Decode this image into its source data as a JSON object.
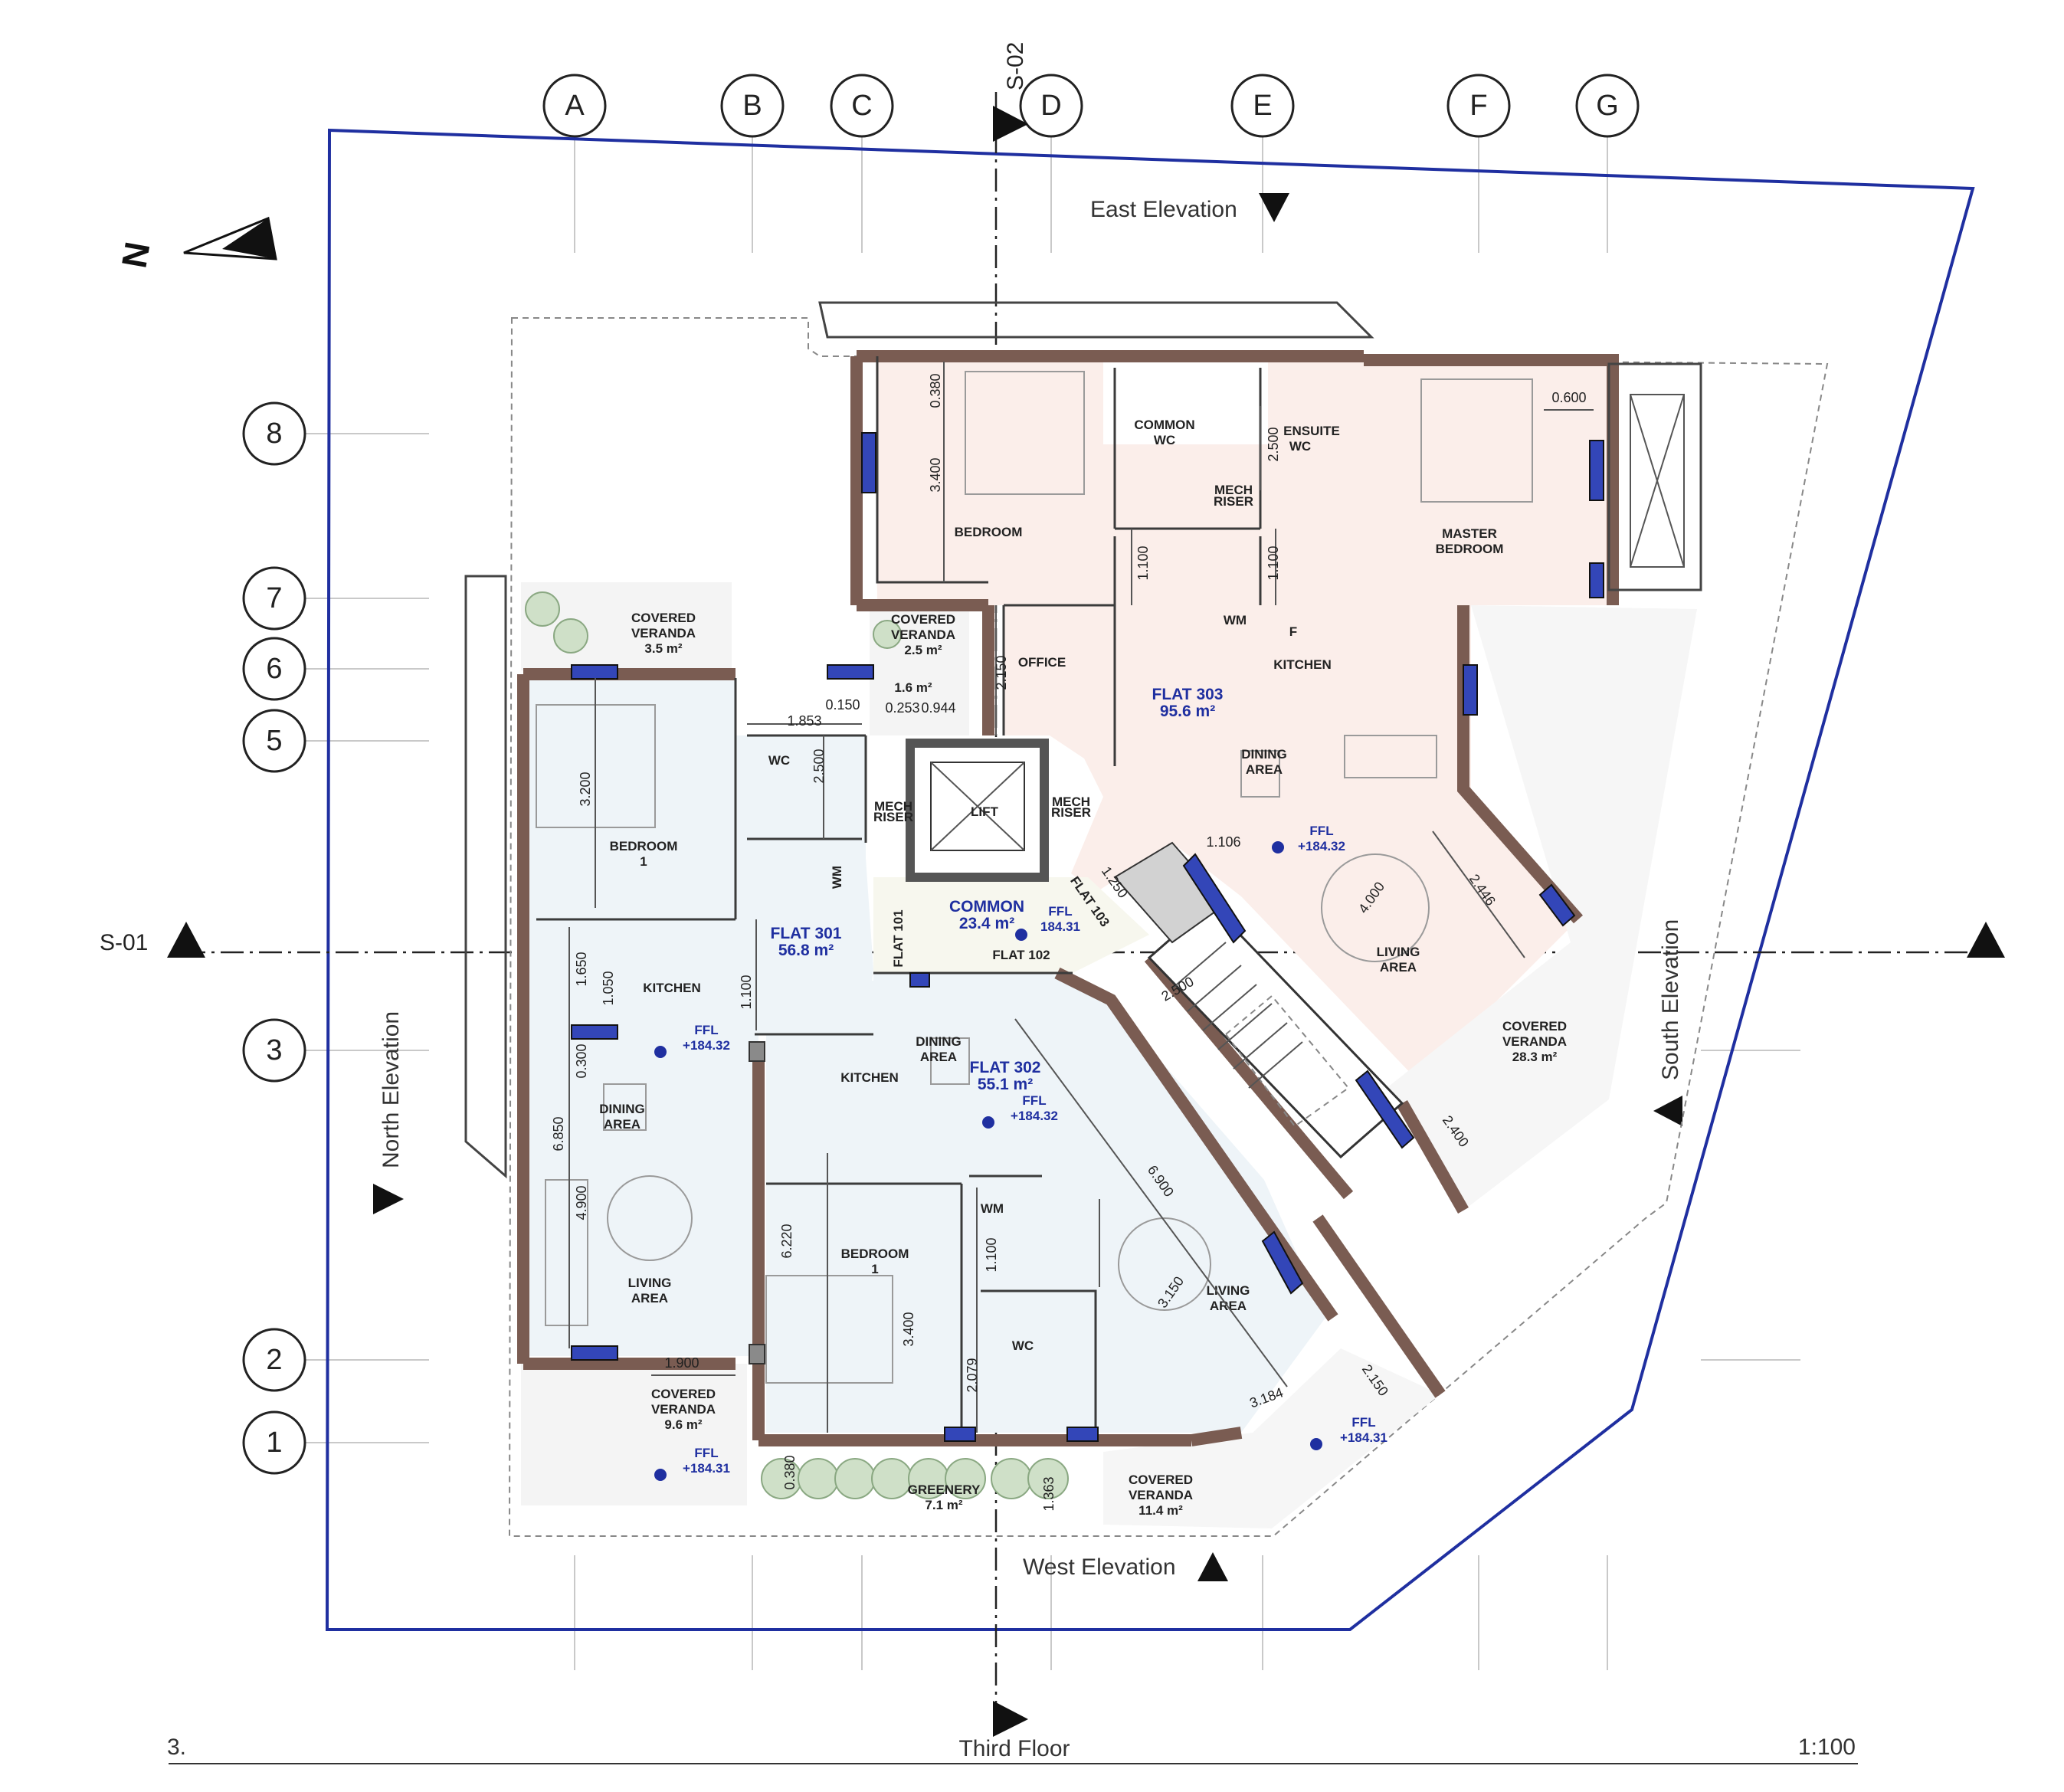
{
  "grid": {
    "columns": [
      "A",
      "B",
      "C",
      "D",
      "E",
      "F",
      "G"
    ],
    "rows": [
      "8",
      "7",
      "6",
      "5",
      "3",
      "2",
      "1"
    ]
  },
  "sections": {
    "s01": "S-01",
    "s02": "S-02"
  },
  "elevations": {
    "east": "East Elevation",
    "west": "West Elevation",
    "north": "North Elevation",
    "south": "South Elevation"
  },
  "north_label": "N",
  "flats": {
    "flat301": {
      "name": "FLAT 301",
      "area": "56.8 m²"
    },
    "flat302": {
      "name": "FLAT 302",
      "area": "55.1 m²"
    },
    "flat303": {
      "name": "FLAT 303",
      "area": "95.6 m²"
    },
    "common": {
      "name": "COMMON",
      "area": "23.4 m²"
    }
  },
  "rooms": {
    "bedroom_303": "BEDROOM",
    "common_wc": "COMMON",
    "common_wc2": "WC",
    "ensuite": "ENSUITE",
    "ensuite2": "WC",
    "mech_riser": "MECH",
    "mech_riser2": "RISER",
    "master_bedroom": "MASTER",
    "master_bedroom2": "BEDROOM",
    "covered_veranda_35": "COVERED",
    "covered_veranda_35b": "VERANDA",
    "covered_veranda_35_area": "3.5 m²",
    "covered_veranda_25": "COVERED",
    "covered_veranda_25b": "VERANDA",
    "covered_veranda_25_area": "2.5 m²",
    "area_16": "1.6 m²",
    "office": "OFFICE",
    "wm_303": "WM",
    "f_303": "F",
    "kitchen_303": "KITCHEN",
    "dining_303": "DINING",
    "dining_303b": "AREA",
    "bedroom1_301": "BEDROOM",
    "bedroom1_301b": "1",
    "wc_301": "WC",
    "mech_left": "MECH",
    "mech_left2": "RISER",
    "lift": "LIFT",
    "mech_right": "MECH",
    "mech_right2": "RISER",
    "wm_301": "WM",
    "living_303": "LIVING",
    "living_303b": "AREA",
    "kitchen_301": "KITCHEN",
    "dining_302": "DINING",
    "dining_302b": "AREA",
    "kitchen_302": "KITCHEN",
    "covered_veranda_283": "COVERED",
    "covered_veranda_283b": "VERANDA",
    "covered_veranda_283_area": "28.3 m²",
    "dining_301": "DINING",
    "dining_301b": "AREA",
    "wm_302": "WM",
    "bedroom1_302": "BEDROOM",
    "bedroom1_302b": "1",
    "living_301": "LIVING",
    "living_301b": "AREA",
    "living_302": "LIVING",
    "living_302b": "AREA",
    "wc_302": "WC",
    "covered_veranda_96": "COVERED",
    "covered_veranda_96b": "VERANDA",
    "covered_veranda_96_area": "9.6 m²",
    "greenery": "GREENERY",
    "greenery_area": "7.1 m²",
    "covered_veranda_114": "COVERED",
    "covered_veranda_114b": "VERANDA",
    "covered_veranda_114_area": "11.4 m²",
    "flat101_tag": "FLAT 101",
    "flat102_tag": "FLAT 102",
    "flat103_tag": "FLAT 103"
  },
  "ffl": {
    "label": "FFL",
    "value": "+184.31",
    "value_common": "184.31",
    "value_32": "+184.32"
  },
  "dimensions": {
    "d0380a": "0.380",
    "d3400a": "3.400",
    "d2500a": "2.500",
    "d1100a": "1.100",
    "d1100b": "1.100",
    "d0600": "0.600",
    "d2150a": "2.150",
    "d0150": "0.150",
    "d1853": "1.853",
    "d0253": "0.253",
    "d0944": "0.944",
    "d2500b": "2.500",
    "d3200": "3.200",
    "d1106": "1.106",
    "d1250": "1.250",
    "d4000": "4.000",
    "d2446": "2.446",
    "d1650": "1.650",
    "d1050": "1.050",
    "d1100c": "1.100",
    "d2500c": "2.500",
    "d0300": "0.300",
    "d6850": "6.850",
    "d4900": "4.900",
    "d2400": "2.400",
    "d6900": "6.900",
    "d6220": "6.220",
    "d1100d": "1.100",
    "d3150": "3.150",
    "d3400b": "3.400",
    "d2079": "2.079",
    "d1900": "1.900",
    "d2150b": "2.150",
    "d3184": "3.184",
    "d0380b": "0.380",
    "d1363": "1.363"
  },
  "footer": {
    "number": "3.",
    "title": "Third Floor",
    "scale": "1:100"
  },
  "colors": {
    "boundary": "#1f2fa0",
    "wall": "#7a5c52",
    "flat301_fill": "#eef4f8",
    "flat302_fill": "#eef4f8",
    "flat303_fill": "#fbeeea",
    "common_fill": "#f7f7ee",
    "window": "#3346b8"
  }
}
